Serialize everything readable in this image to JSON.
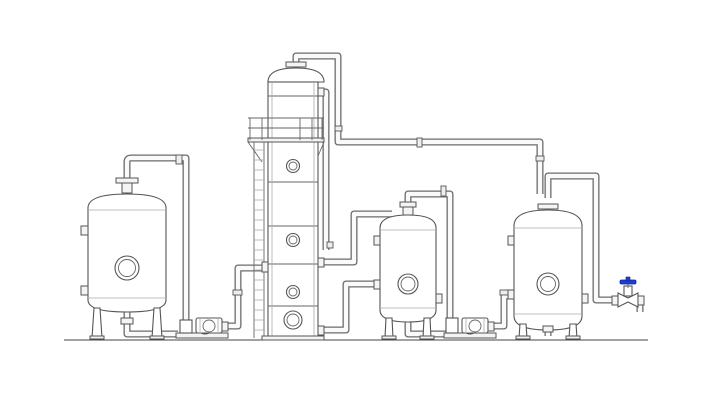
{
  "colors": {
    "background": "#ffffff",
    "line": "#555555",
    "pipe_fill": "#fafafa",
    "valve_handwheel": "#1f3fd1"
  },
  "equipment": {
    "tank_left": "vertical-storage-tank",
    "column": "packed-tower-with-platform-and-ladder",
    "tank_middle": "vertical-vessel",
    "tank_right": "vertical-vessel",
    "pumps": [
      "centrifugal-pump",
      "centrifugal-pump"
    ],
    "valve": "globe-valve-blue-handwheel"
  }
}
